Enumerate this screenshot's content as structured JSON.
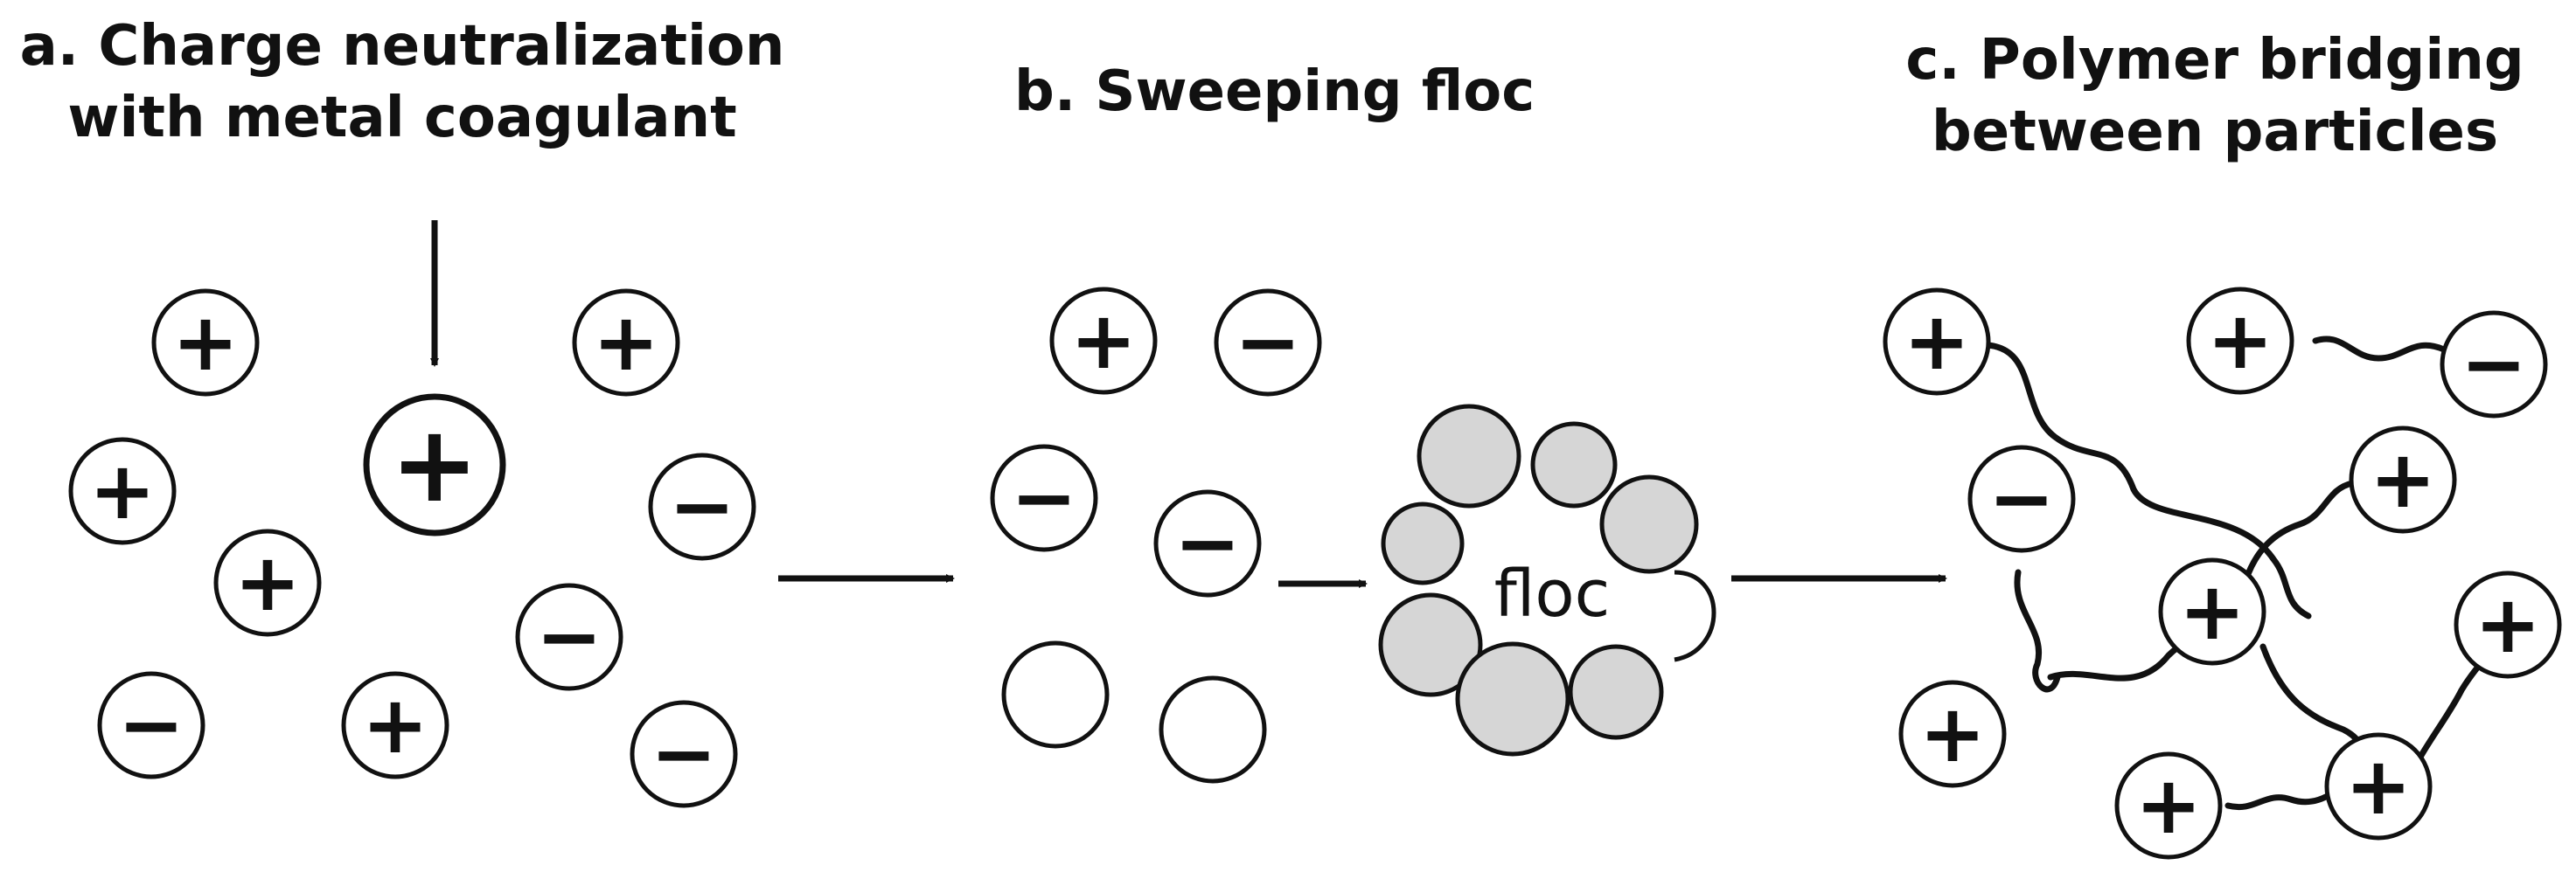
{
  "panels": [
    {
      "id": "a",
      "title_lines": [
        "a. Charge neutralization",
        "with metal coagulant"
      ]
    },
    {
      "id": "b",
      "title_lines": [
        "b. Sweeping floc"
      ]
    },
    {
      "id": "c",
      "title_lines": [
        "c. Polymer bridging",
        "between particles"
      ]
    }
  ],
  "floc_label": "floc",
  "signs": {
    "positive": "+",
    "negative": "−"
  },
  "colors": {
    "ink": "#111111",
    "floc_particle": "#d6d6d6",
    "background": "#ffffff"
  }
}
